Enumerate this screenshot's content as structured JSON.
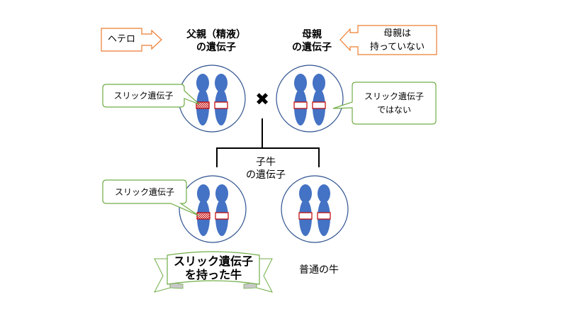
{
  "title_labels": {
    "father": [
      "父親（精液）",
      "の遺伝子"
    ],
    "mother": [
      "母親",
      "の遺伝子"
    ],
    "calf": [
      "子牛",
      "の遺伝子"
    ]
  },
  "callouts": {
    "hetero": "ヘテロ",
    "mother_none": [
      "母親は",
      "持っていない"
    ],
    "father_slick": "スリック遺伝子",
    "mother_not_slick": [
      "スリック遺伝子",
      "ではない"
    ],
    "calf_slick": "スリック遺伝子"
  },
  "cross_symbol": "✖",
  "results": {
    "slick_calf": [
      "スリック遺伝子",
      "を持った牛"
    ],
    "normal_calf": "普通の牛"
  },
  "colors": {
    "chromosome": "#4472c4",
    "circle_stroke": "#2f528f",
    "gene_band_border": "#c00000",
    "callout_green": "#70ad47",
    "arrow_orange": "#ed7d31",
    "ribbon_shadow": "#c8c8c8"
  },
  "cells": [
    {
      "id": "father",
      "genes": [
        "slick",
        "normal"
      ]
    },
    {
      "id": "mother",
      "genes": [
        "normal",
        "normal"
      ]
    },
    {
      "id": "calf_slick",
      "genes": [
        "slick",
        "normal"
      ]
    },
    {
      "id": "calf_normal",
      "genes": [
        "normal",
        "normal"
      ]
    }
  ]
}
